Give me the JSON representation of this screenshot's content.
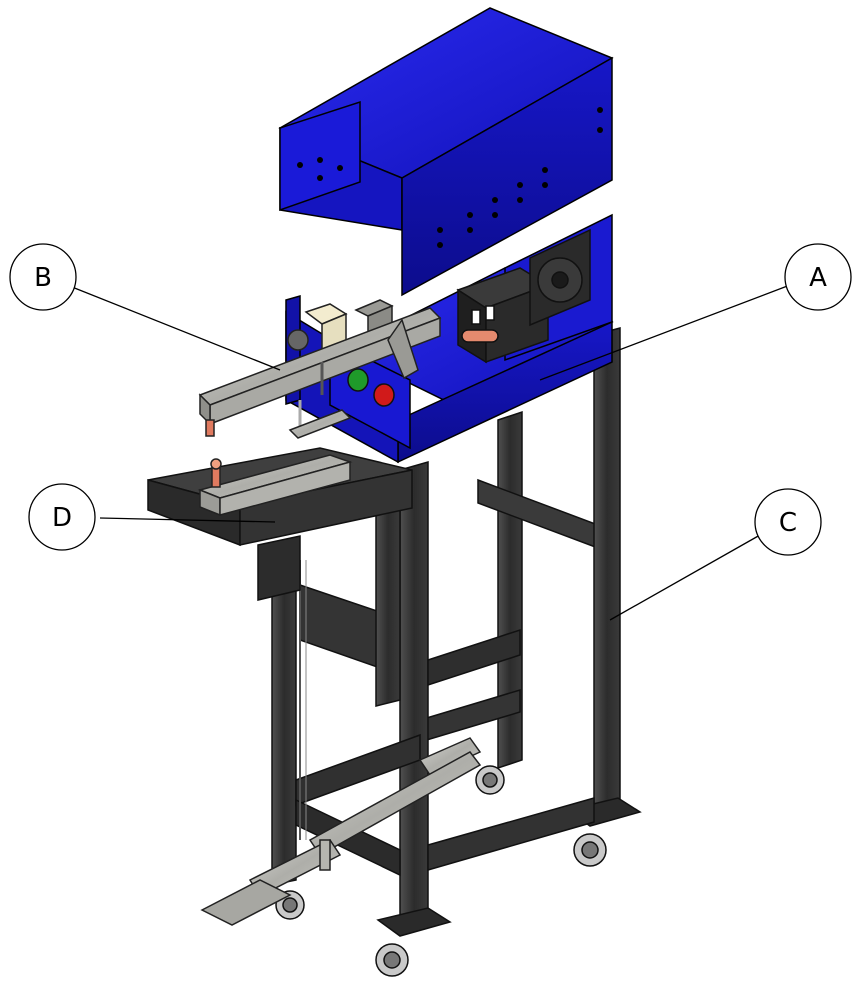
{
  "callouts": {
    "a": "A",
    "b": "B",
    "c": "C",
    "d": "D"
  },
  "colors": {
    "housing_blue": "#1c1ce0",
    "housing_blue_dark": "#10108a",
    "frame_dark": "#2e2e2e",
    "frame_mid": "#3d3d3d",
    "galvanized": "#b9b9b4",
    "copper": "#e07a5f"
  }
}
